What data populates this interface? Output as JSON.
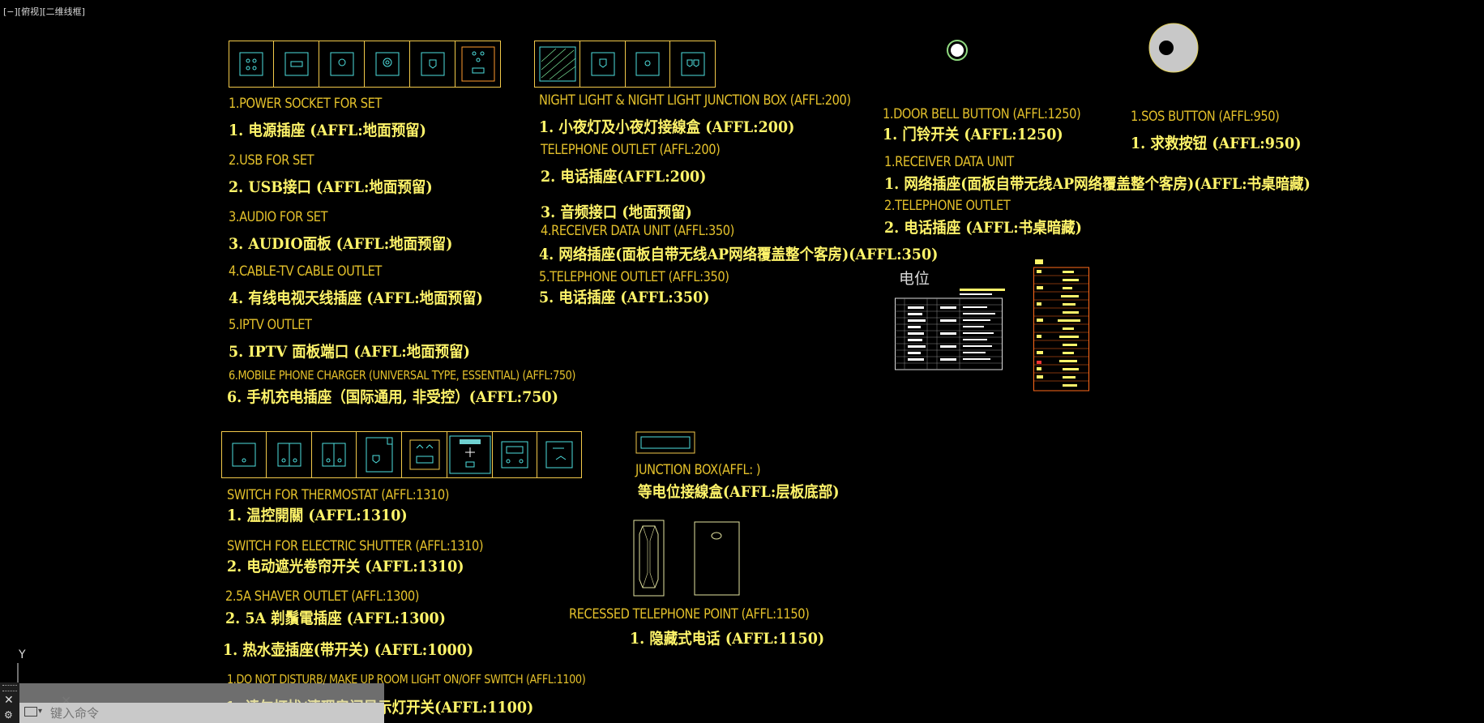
{
  "viewport_label": "[−][俯视][二维线框]",
  "strip1_labels": [
    {
      "en": "1.POWER SOCKET FOR SET",
      "cn": "1. 电源插座 (AFFL:地面预留)"
    },
    {
      "en": "2.USB FOR SET",
      "cn": "2. USB接口 (AFFL:地面预留)"
    },
    {
      "en": "3.AUDIO FOR SET",
      "cn": "3. AUDIO面板 (AFFL:地面预留)"
    },
    {
      "en": "4.CABLE-TV CABLE OUTLET",
      "cn": "4. 有线电视天线插座 (AFFL:地面预留)"
    },
    {
      "en": "5.IPTV OUTLET",
      "cn": "5. IPTV 面板端口 (AFFL:地面预留)"
    },
    {
      "en": "6.MOBILE PHONE CHARGER (UNIVERSAL TYPE, ESSENTIAL) (AFFL:750)",
      "cn": "6. 手机充电插座（国际通用, 非受控）(AFFL:750)"
    }
  ],
  "strip2_labels": [
    {
      "en": "NIGHT LIGHT & NIGHT LIGHT  JUNCTION BOX  (AFFL:200)",
      "cn": "1. 小夜灯及小夜灯接線盒  (AFFL:200)"
    },
    {
      "en": "TELEPHONE OUTLET  (AFFL:200)",
      "cn": "2. 电话插座(AFFL:200)"
    },
    {
      "en": "",
      "cn": "3. 音频接口 (地面预留)"
    },
    {
      "en": "4.RECEIVER DATA UNIT  (AFFL:350)",
      "cn": "4. 网络插座(面板自带无线AP网络覆盖整个客房)(AFFL:350)"
    },
    {
      "en": "5.TELEPHONE OUTLET  (AFFL:350)",
      "cn": "5. 电话插座 (AFFL:350)"
    }
  ],
  "right_labels": {
    "doorbell_en": "1.DOOR BELL BUTTON (AFFL:1250)",
    "doorbell_cn": "1. 门铃开关 (AFFL:1250)",
    "sos_en": "1.SOS BUTTON (AFFL:950)",
    "sos_cn": "1. 求救按钮 (AFFL:950)",
    "receiver_en": "1.RECEIVER DATA UNIT",
    "receiver_cn": "1. 网络插座(面板自带无线AP网络覆盖整个客房)(AFFL:书桌暗藏)",
    "tel_en": "2.TELEPHONE OUTLET",
    "tel_cn": "2. 电话插座 (AFFL:书桌暗藏)",
    "legend_title": "电位"
  },
  "strip3_labels": [
    {
      "en": "SWITCH FOR THERMOSTAT (AFFL:1310)",
      "cn": "1. 温控開關 (AFFL:1310)"
    },
    {
      "en": "SWITCH FOR ELECTRIC SHUTTER (AFFL:1310)",
      "cn": "2. 电动遮光卷帘开关  (AFFL:1310)"
    },
    {
      "en": "2.5A SHAVER OUTLET  (AFFL:1300)",
      "cn": "2. 5A 剃鬚電插座 (AFFL:1300)"
    },
    {
      "en": "",
      "cn": "1. 热水壶插座(带开关) (AFFL:1000)"
    },
    {
      "en": "1.DO NOT DISTURB/ MAKE UP ROOM LIGHT ON/OFF SWITCH (AFFL:1100)",
      "cn": "1. 请勿打扰/清理房间显示灯开关(AFFL:1100)"
    }
  ],
  "junction": {
    "en": "JUNCTION BOX(AFFL: )",
    "cn": "等电位接線盒(AFFL:层板底部)"
  },
  "recessed": {
    "en": "RECESSED TELEPHONE POINT (AFFL:1150)",
    "cn": "1. 隐藏式电话  (AFFL:1150)"
  },
  "ucs_y": "Y",
  "command_placeholder": "键入命令",
  "colors": {
    "en_text": "#e3c02b",
    "cn_text": "#fff46a",
    "outline": "#f2c94a",
    "cyan": "#4ee0e0",
    "background": "#000000"
  }
}
